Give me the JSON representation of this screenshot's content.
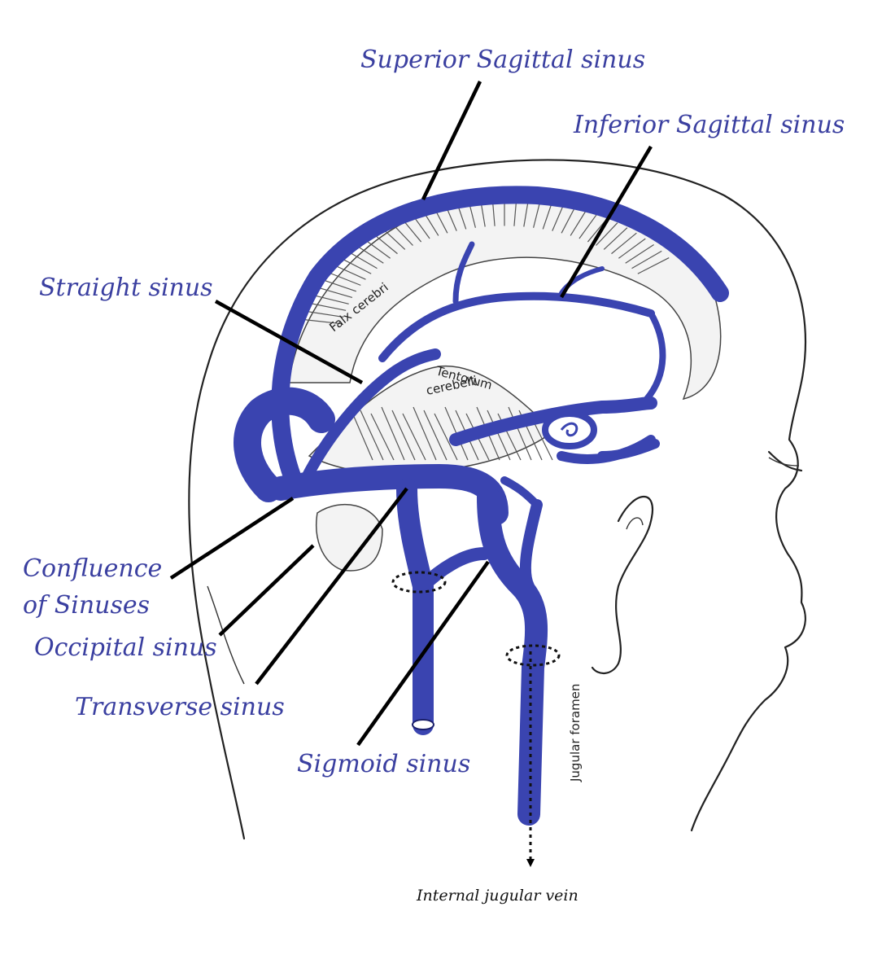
{
  "labels": {
    "superior_sagittal": "Superior Sagittal sinus",
    "inferior_sagittal": "Inferior Sagittal sinus",
    "straight": "Straight sinus",
    "confluence_line1": "Confluence",
    "confluence_line2": "of Sinuses",
    "occipital": "Occipital sinus",
    "transverse": "Transverse sinus",
    "sigmoid": "Sigmoid sinus",
    "falx": "Falx cerebri",
    "tentorum_line1": "Tentorum",
    "tentorum_line2": "cerebelli",
    "jugular_foramen": "Jugular foramen",
    "internal_jugular": "Internal jugular vein"
  },
  "colors": {
    "sinus": "#3a44b0",
    "label": "#3a3fa0",
    "outline": "#222222"
  }
}
